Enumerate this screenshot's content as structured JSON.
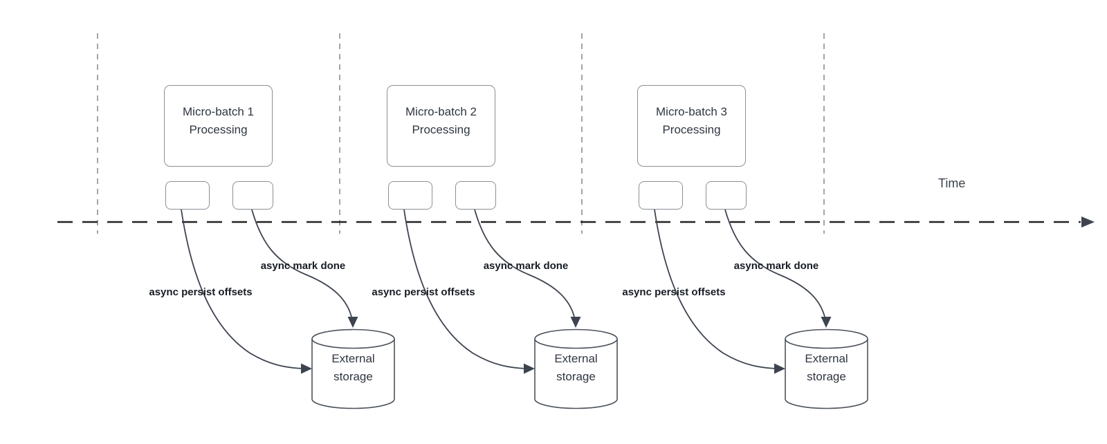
{
  "time_label": "Time",
  "groups": [
    {
      "box_label": "Micro-batch 1 Processing",
      "persist_label": "async persist offsets",
      "done_label": "async mark done",
      "storage_label": "External storage"
    },
    {
      "box_label": "Micro-batch 2 Processing",
      "persist_label": "async persist offsets",
      "done_label": "async mark done",
      "storage_label": "External storage"
    },
    {
      "box_label": "Micro-batch 3 Processing",
      "persist_label": "async persist offsets",
      "done_label": "async mark done",
      "storage_label": "External storage"
    }
  ],
  "colors": {
    "arrow_stroke": "#3d4450",
    "box_border": "#8a8f96",
    "guide_dash": "#a3a5a8",
    "timeline_dash": "#222222",
    "box_text": "#2f3640",
    "label_text": "#171c24"
  }
}
